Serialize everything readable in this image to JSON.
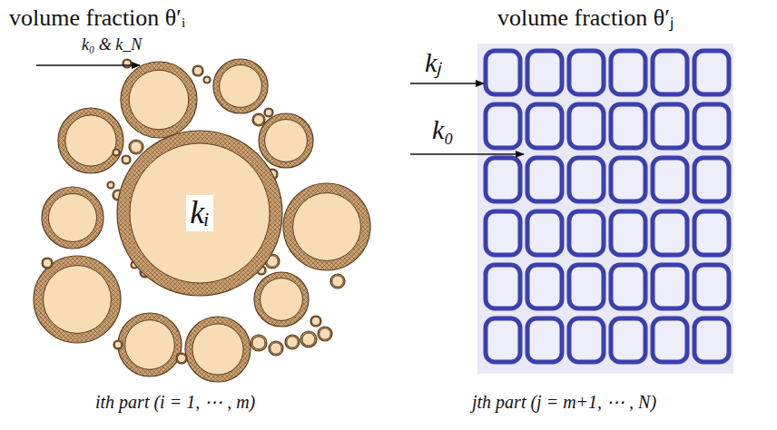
{
  "diagram": {
    "nodes": [
      {
        "text": [
          "kᵢ"
        ]
      }
    ],
    "labels": [
      "volume fraction θ′ᵢ",
      "k₀ & k_N",
      "volume fraction θ′ⱼ",
      "kⱼ",
      "k₀",
      "ith part (i = 1, ⋯ , m)",
      "jth part (j = m+1, ⋯ , N)"
    ]
  }
}
